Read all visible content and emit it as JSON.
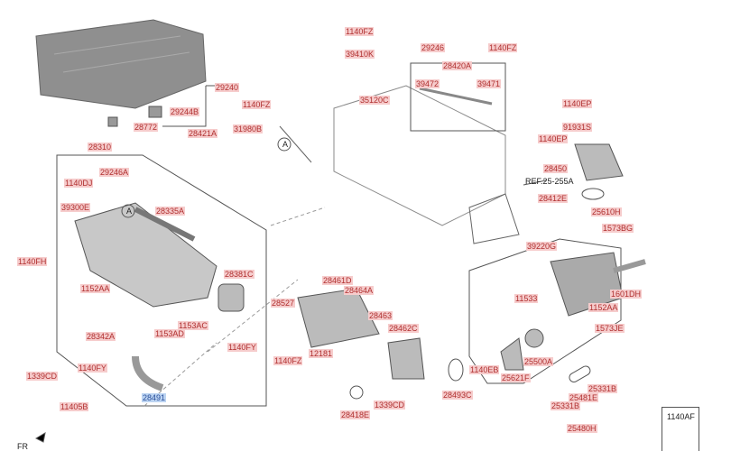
{
  "parts": {
    "p1140FZ_a": "1140FZ",
    "p29246": "29246",
    "p1140FZ_b": "1140FZ",
    "p39410K": "39410K",
    "p28420A": "28420A",
    "p39472": "39472",
    "p39471": "39471",
    "p35120C": "35120C",
    "p29240": "29240",
    "p29244B": "29244B",
    "p28772": "28772",
    "p1140FZ_c": "1140FZ",
    "p28421A": "28421A",
    "p31980B": "31980B",
    "p1140EP_a": "1140EP",
    "p91931S": "91931S",
    "p1140EP_b": "1140EP",
    "p28450": "28450",
    "ref": "REF.25-255A",
    "p28412E": "28412E",
    "p25610H": "25610H",
    "p1573BG": "1573BG",
    "p39220G": "39220G",
    "p1601DH": "1601DH",
    "p11533": "11533",
    "p1152AA_r": "1152AA",
    "p1573JE": "1573JE",
    "p25500A": "25500A",
    "p1140EB": "1140EB",
    "p25621F": "25621F",
    "p28493C": "28493C",
    "p25331B_a": "25331B",
    "p25481E": "25481E",
    "p25331B_b": "25331B",
    "p25480H": "25480H",
    "p1140AF": "1140AF",
    "p28310": "28310",
    "p29246A": "29246A",
    "p1140DJ": "1140DJ",
    "p39300E": "39300E",
    "p28335A": "28335A",
    "p1140FH": "1140FH",
    "p1152AA_l": "1152AA",
    "p28381C": "28381C",
    "p1153AC": "1153AC",
    "p1153AD": "1153AD",
    "p28342A": "28342A",
    "p1140FY_a": "1140FY",
    "p1339CD_a": "1339CD",
    "p1140FY_b": "1140FY",
    "p28491": "28491",
    "p11405B": "11405B",
    "fr": "FR",
    "p28461D": "28461D",
    "p28464A": "28464A",
    "p28527": "28527",
    "p28463": "28463",
    "p28462C": "28462C",
    "p1140FZ_d": "1140FZ",
    "p12181": "12181",
    "p28418E": "28418E",
    "p1339CD_b": "1339CD",
    "markA": "A"
  },
  "selected_part": "28491"
}
